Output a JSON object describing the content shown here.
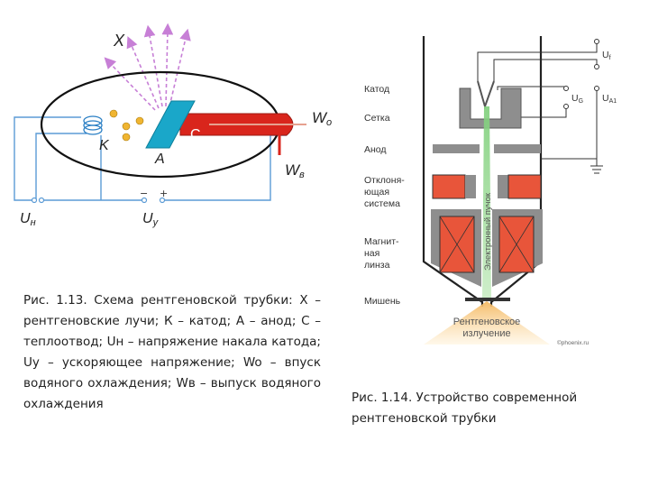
{
  "figure1": {
    "labels": {
      "x": "X",
      "k": "K",
      "a": "A",
      "c": "C",
      "wo_main": "W",
      "wo_sub": "o",
      "wv_main": "W",
      "wv_sub": "в",
      "un_main": "U",
      "un_sub": "н",
      "uy_main": "U",
      "uy_sub": "у",
      "minus": "−",
      "plus": "+"
    },
    "caption": "Рис. 1.13. Схема рентгеновской трубки: X – рентгеновские лучи; К – катод; А – анод; С – теплоотвод; Uн – напряжение накала катода; Uy – ускоряющее напряжение; Wo – впуск водяного охлаждения; Wв – выпуск водяного охлаждения"
  },
  "figure2": {
    "labels": {
      "cathode": "Катод",
      "grid": "Сетка",
      "anode": "Анод",
      "deflect1": "Отклоня-",
      "deflect2": "ющая",
      "deflect3": "система",
      "lens1": "Магнит-",
      "lens2": "ная",
      "lens3": "линза",
      "target": "Мишень",
      "beam": "Электронный пучок",
      "xray1": "Рентгеновское",
      "xray2": "излучение",
      "copyright": "©phoenix.ru",
      "uf": "U",
      "uf_sub": "f",
      "ug": "U",
      "ug_sub": "G",
      "ua": "U",
      "ua_sub": "A1"
    },
    "caption": "Рис. 1.14. Устройство современной рентгеновской трубки"
  },
  "colors": {
    "ray": "#c77fd6",
    "tube_outline": "#111111",
    "wire": "#5b9bd5",
    "anode": "#1aa7c9",
    "heatsink": "#d9251c",
    "electrode_gray": "#8e8e8e",
    "coil_orange": "#e8553a",
    "beam_green": "#8fd18b",
    "xray_glow": "#f4c77a"
  }
}
